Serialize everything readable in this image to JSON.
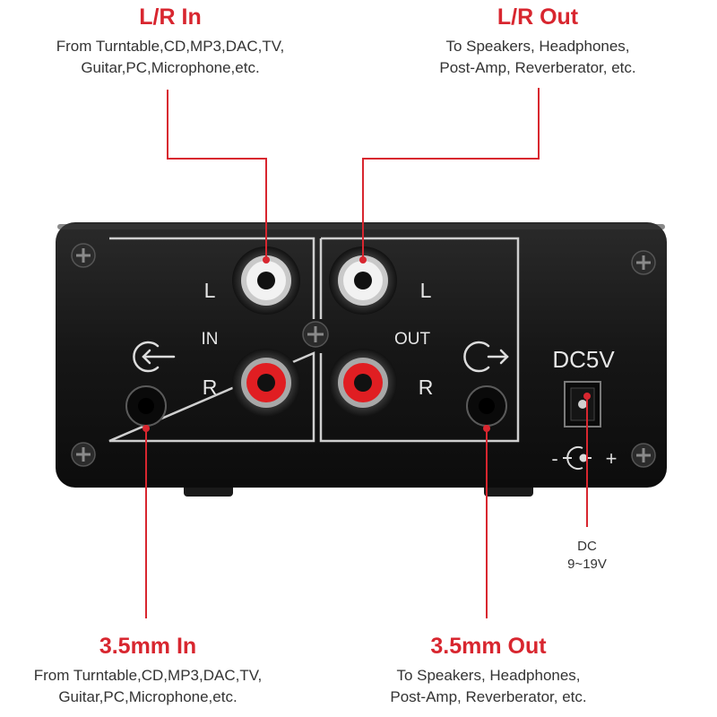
{
  "callouts": {
    "lr_in": {
      "title": "L/R  In",
      "line1": "From Turntable,CD,MP3,DAC,TV,",
      "line2": "Guitar,PC,Microphone,etc."
    },
    "lr_out": {
      "title": "L/R  Out",
      "line1": "To Speakers, Headphones,",
      "line2": "Post-Amp, Reverberator, etc."
    },
    "in_35": {
      "title": "3.5mm In",
      "line1": "From Turntable,CD,MP3,DAC,TV,",
      "line2": "Guitar,PC,Microphone,etc."
    },
    "out_35": {
      "title": "3.5mm Out",
      "line1": "To Speakers, Headphones,",
      "line2": "Post-Amp, Reverberator, etc."
    },
    "dc": {
      "line1": "DC",
      "line2": "9~19V"
    }
  },
  "panel": {
    "left_L": "L",
    "left_R": "R",
    "in_label": "IN",
    "out_label": "OUT",
    "right_L": "L",
    "right_R": "R",
    "power_label": "DC5V",
    "polarity_minus": "-",
    "polarity_plus": "+"
  },
  "colors": {
    "accent": "#d8262f",
    "device_body": "#141414",
    "panel_lines": "#cfcfcf",
    "rca_white": "#f2f2f2",
    "rca_red": "#e01e22"
  },
  "icons": {
    "input_jack": "arrow-into-bracket-icon",
    "output_jack": "arrow-out-of-bracket-icon",
    "dc_polarity": "center-positive-polarity-icon"
  }
}
